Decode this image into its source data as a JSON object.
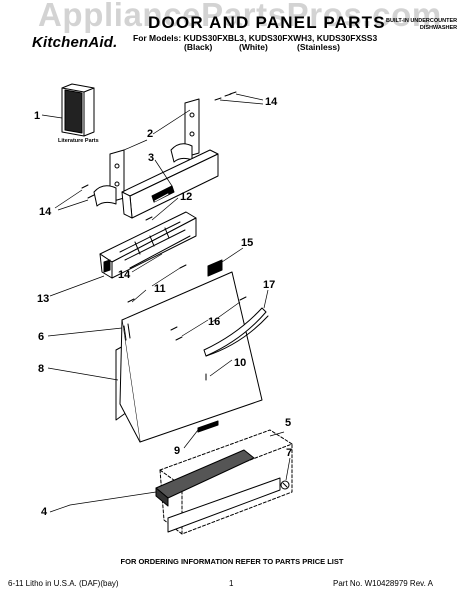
{
  "watermark": "AppliancePartsPros.com",
  "brand": "KitchenAid.",
  "header": {
    "title": "DOOR AND PANEL PARTS",
    "models_line": "For Models: KUDS30FXBL3, KUDS30FXWH3, KUDS30FXSS3",
    "finishes": [
      "(Black)",
      "(White)",
      "(Stainless)"
    ],
    "product_type_lines": [
      "BUILT-IN UNDERCOUNTER",
      "DISHWASHER"
    ]
  },
  "diagram": {
    "literature_label_lines": [
      "Literature Parts"
    ],
    "callouts": [
      "1",
      "2",
      "3",
      "4",
      "5",
      "6",
      "7",
      "8",
      "9",
      "10",
      "11",
      "12",
      "13",
      "14",
      "14",
      "14",
      "15",
      "16",
      "17"
    ]
  },
  "footer": {
    "order_note": "FOR ORDERING INFORMATION REFER TO PARTS PRICE LIST",
    "left": "6-11 Litho in U.S.A. (DAF)(bay)",
    "page_number": "1",
    "part_number": "Part No. W10428979 Rev. A"
  }
}
